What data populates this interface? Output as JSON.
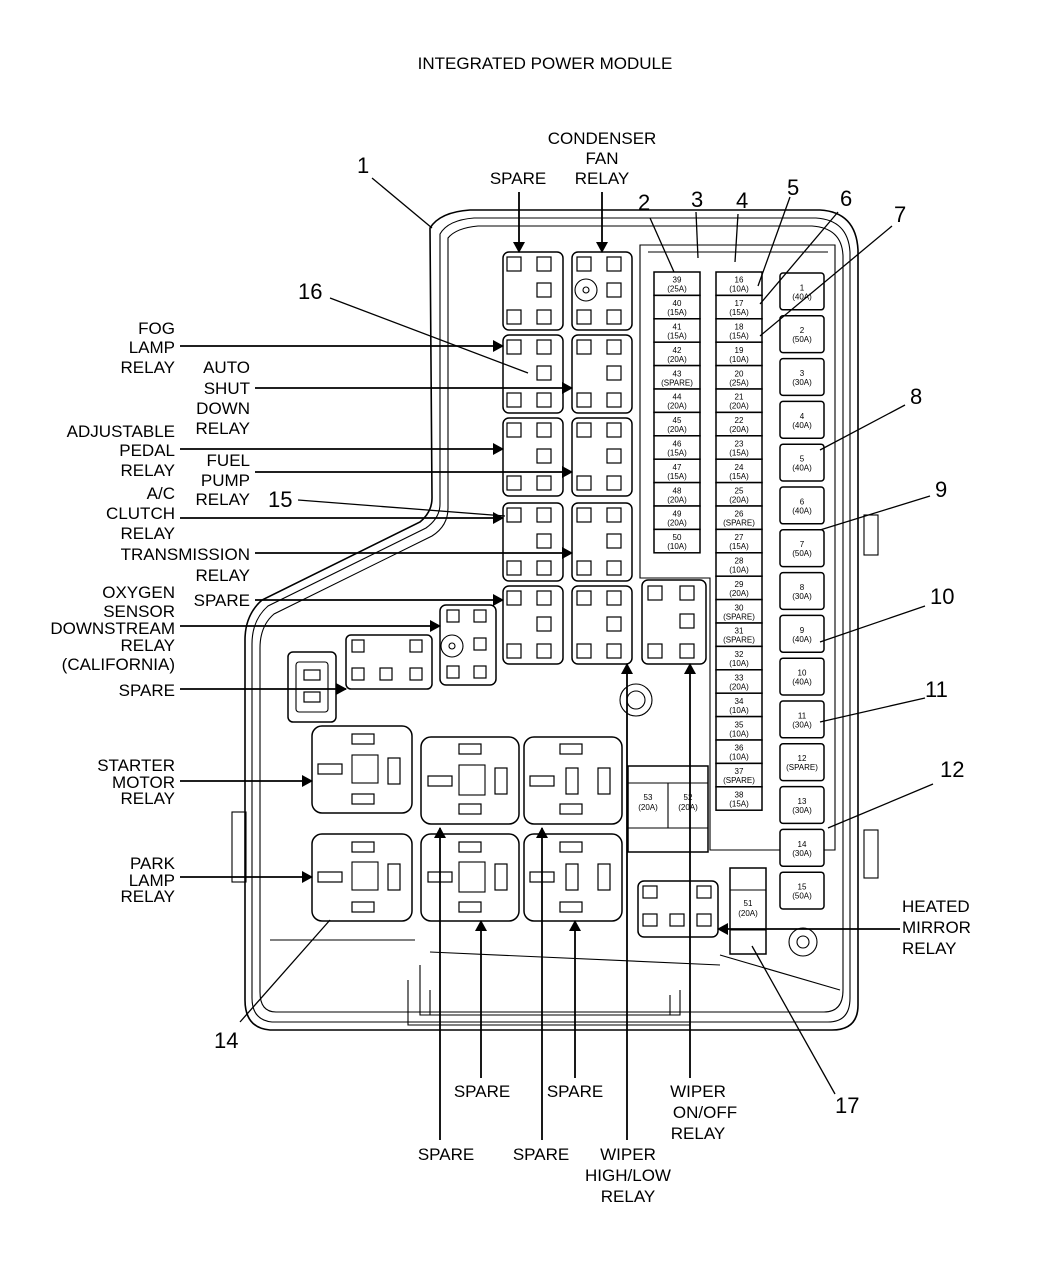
{
  "title": "INTEGRATED POWER MODULE",
  "callouts": [
    "1",
    "2",
    "3",
    "4",
    "5",
    "6",
    "7",
    "8",
    "9",
    "10",
    "11",
    "12",
    "14",
    "15",
    "16",
    "17"
  ],
  "labels": {
    "condenser_fan_relay": [
      "CONDENSER",
      "FAN",
      "RELAY"
    ],
    "spare_top": "SPARE",
    "fog_lamp_relay": [
      "FOG",
      "LAMP",
      "RELAY"
    ],
    "auto_shut_down_relay": [
      "AUTO",
      "SHUT",
      "DOWN",
      "RELAY"
    ],
    "adjustable_pedal_relay": [
      "ADJUSTABLE",
      "PEDAL",
      "RELAY"
    ],
    "fuel_pump_relay": [
      "FUEL",
      "PUMP",
      "RELAY"
    ],
    "ac_clutch_relay": [
      "A/C",
      "CLUTCH",
      "RELAY"
    ],
    "transmission_relay": [
      "TRANSMISSION",
      "RELAY"
    ],
    "spare_mid": "SPARE",
    "oxygen_sensor_relay": [
      "OXYGEN",
      "SENSOR",
      "DOWNSTREAM",
      "RELAY",
      "(CALIFORNIA)"
    ],
    "spare_left": "SPARE",
    "starter_motor_relay": [
      "STARTER",
      "MOTOR",
      "RELAY"
    ],
    "park_lamp_relay": [
      "PARK",
      "LAMP",
      "RELAY"
    ],
    "heated_mirror_relay": [
      "HEATED",
      "MIRROR",
      "RELAY"
    ],
    "spare_bottom_1": "SPARE",
    "spare_bottom_2": "SPARE",
    "spare_bottom_3": "SPARE",
    "spare_bottom_4": "SPARE",
    "wiper_high_low_relay": [
      "WIPER",
      "HIGH/LOW",
      "RELAY"
    ],
    "wiper_on_off_relay": [
      "WIPER",
      "ON/OFF",
      "RELAY"
    ]
  },
  "fuses": {
    "column_a": [
      [
        "39",
        "(25A)"
      ],
      [
        "40",
        "(15A)"
      ],
      [
        "41",
        "(15A)"
      ],
      [
        "42",
        "(20A)"
      ],
      [
        "43",
        "(SPARE)"
      ],
      [
        "44",
        "(20A)"
      ],
      [
        "45",
        "(20A)"
      ],
      [
        "46",
        "(15A)"
      ],
      [
        "47",
        "(15A)"
      ],
      [
        "48",
        "(20A)"
      ],
      [
        "49",
        "(20A)"
      ],
      [
        "50",
        "(10A)"
      ]
    ],
    "column_b": [
      [
        "16",
        "(10A)"
      ],
      [
        "17",
        "(15A)"
      ],
      [
        "18",
        "(15A)"
      ],
      [
        "19",
        "(10A)"
      ],
      [
        "20",
        "(25A)"
      ],
      [
        "21",
        "(20A)"
      ],
      [
        "22",
        "(20A)"
      ],
      [
        "23",
        "(15A)"
      ],
      [
        "24",
        "(15A)"
      ],
      [
        "25",
        "(20A)"
      ],
      [
        "26",
        "(SPARE)"
      ],
      [
        "27",
        "(15A)"
      ],
      [
        "28",
        "(10A)"
      ],
      [
        "29",
        "(20A)"
      ],
      [
        "30",
        "(SPARE)"
      ],
      [
        "31",
        "(SPARE)"
      ],
      [
        "32",
        "(10A)"
      ],
      [
        "33",
        "(20A)"
      ],
      [
        "34",
        "(10A)"
      ],
      [
        "35",
        "(10A)"
      ],
      [
        "36",
        "(10A)"
      ],
      [
        "37",
        "(SPARE)"
      ],
      [
        "38",
        "(15A)"
      ]
    ],
    "column_c": [
      [
        "1",
        "(40A)"
      ],
      [
        "2",
        "(50A)"
      ],
      [
        "3",
        "(30A)"
      ],
      [
        "4",
        "(40A)"
      ],
      [
        "5",
        "(40A)"
      ],
      [
        "6",
        "(40A)"
      ],
      [
        "7",
        "(50A)"
      ],
      [
        "8",
        "(30A)"
      ],
      [
        "9",
        "(40A)"
      ],
      [
        "10",
        "(40A)"
      ],
      [
        "11",
        "(30A)"
      ],
      [
        "12",
        "(SPARE)"
      ],
      [
        "13",
        "(30A)"
      ],
      [
        "14",
        "(30A)"
      ],
      [
        "15",
        "(50A)"
      ]
    ],
    "pair": [
      [
        "53",
        "(20A)"
      ],
      [
        "52",
        "(20A)"
      ]
    ],
    "single": [
      "51",
      "(20A)"
    ]
  }
}
